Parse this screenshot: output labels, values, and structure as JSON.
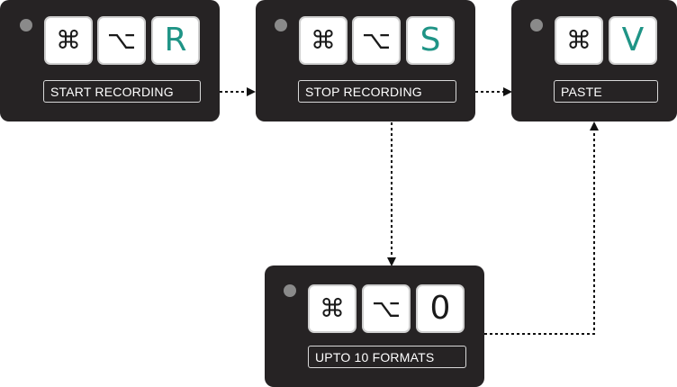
{
  "theme": {
    "card_bg": "#262324",
    "key_bg": "#ffffff",
    "accent": "#1f9486",
    "indicator": "#8a8a8a",
    "connector": "#111111"
  },
  "steps": [
    {
      "keys": [
        {
          "glyph": "⌘",
          "icon": "command-key-icon"
        },
        {
          "glyph": "⌥",
          "icon": "option-key-icon"
        },
        {
          "glyph": "R",
          "accent": true
        }
      ],
      "label": "START RECORDING"
    },
    {
      "keys": [
        {
          "glyph": "⌘",
          "icon": "command-key-icon"
        },
        {
          "glyph": "⌥",
          "icon": "option-key-icon"
        },
        {
          "glyph": "S",
          "accent": true
        }
      ],
      "label": "STOP RECORDING"
    },
    {
      "keys": [
        {
          "glyph": "⌘",
          "icon": "command-key-icon"
        },
        {
          "glyph": "V",
          "accent": true
        }
      ],
      "label": "PASTE"
    },
    {
      "keys": [
        {
          "glyph": "⌘",
          "icon": "command-key-icon"
        },
        {
          "glyph": "⌥",
          "icon": "option-key-icon"
        },
        {
          "glyph": "0",
          "accent": false
        }
      ],
      "label": "UPTO 10 FORMATS"
    }
  ],
  "connections": [
    {
      "from": "START RECORDING",
      "to": "STOP RECORDING"
    },
    {
      "from": "STOP RECORDING",
      "to": "PASTE"
    },
    {
      "from": "STOP RECORDING",
      "to": "UPTO 10 FORMATS"
    },
    {
      "from": "UPTO 10 FORMATS",
      "to": "PASTE"
    }
  ]
}
